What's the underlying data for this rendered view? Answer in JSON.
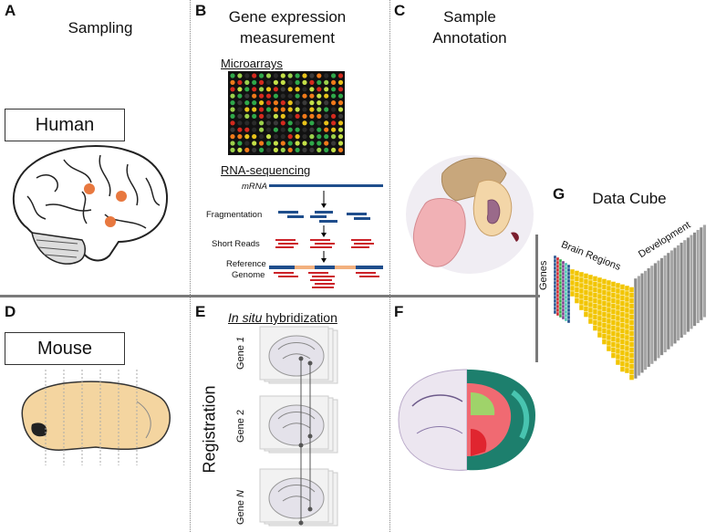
{
  "panels": {
    "A": {
      "letter": "A",
      "title": "Sampling",
      "species": "Human"
    },
    "B": {
      "letter": "B",
      "title_line1": "Gene expression",
      "title_line2": "measurement",
      "microarrays": "Microarrays",
      "rnaseq": "RNA-sequencing",
      "mrna": "mRNA",
      "fragmentation": "Fragmentation",
      "short_reads": "Short Reads",
      "reference_line1": "Reference",
      "reference_line2": "Genome"
    },
    "C": {
      "letter": "C",
      "title_line1": "Sample",
      "title_line2": "Annotation"
    },
    "D": {
      "letter": "D",
      "species": "Mouse"
    },
    "E": {
      "letter": "E",
      "title_italic": "In situ",
      "title_rest": " hybridization",
      "registration": "Registration",
      "gene1_prefix": "Gene ",
      "gene1_num": "1",
      "gene2": "Gene 2",
      "genen_prefix": "Gene ",
      "genen_num": "N"
    },
    "F": {
      "letter": "F"
    },
    "G": {
      "letter": "G",
      "title": "Data Cube",
      "genes": "Genes",
      "brain_regions": "Brain Regions",
      "development": "Development"
    }
  },
  "colors": {
    "separator": "#7a7a7a",
    "brain_fill": "#f4d5a0",
    "sample_dot": "#e8783f",
    "rna_blue": "#1f4e8c",
    "rna_red": "#cc2229",
    "rna_peach": "#f2b07e",
    "cube_yellow": "#f2c500",
    "cube_gray": "#a6a6a6"
  }
}
